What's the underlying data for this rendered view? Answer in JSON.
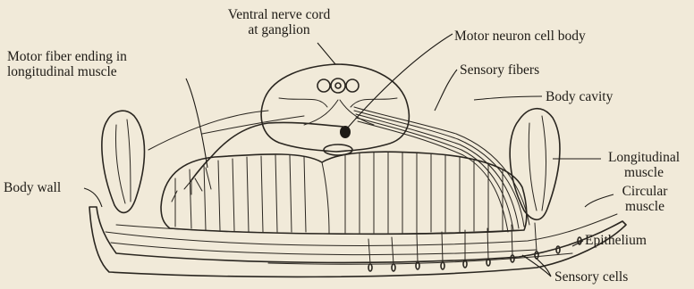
{
  "labels": {
    "ventral_nerve_cord_1": "Ventral nerve cord",
    "ventral_nerve_cord_2": "at ganglion",
    "motor_neuron_cell_body": "Motor neuron cell body",
    "motor_fiber_ending_1": "Motor fiber ending in",
    "motor_fiber_ending_2": "longitudinal muscle",
    "sensory_fibers": "Sensory fibers",
    "body_cavity": "Body cavity",
    "longitudinal_muscle_1": "Longitudinal",
    "longitudinal_muscle_2": "muscle",
    "body_wall": "Body wall",
    "circular_muscle_1": "Circular",
    "circular_muscle_2": "muscle",
    "epithelium": "Epithelium",
    "sensory_cells": "Sensory cells"
  }
}
